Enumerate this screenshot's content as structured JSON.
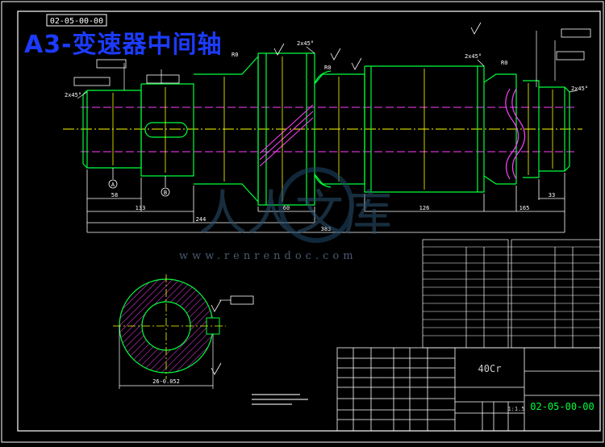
{
  "title": "A3-变速器中间轴",
  "drawing_number_top": "02-05-00-00",
  "material": "40Cr",
  "drawing_number": "02-05-00-00",
  "scale": "1:1.5",
  "chamfer_left": "2x45°",
  "chamfer_top1": "2x45°",
  "chamfer_top2": "2x45°",
  "chamfer_right": "2x45°",
  "radius_1": "R0",
  "radius_2": "R0",
  "radius_3": "R0",
  "dims": {
    "d1": "58",
    "d2": "133",
    "d3": "60",
    "d4": "126",
    "d5": "33",
    "d6": "165",
    "d7": "244",
    "d8": "383"
  },
  "section_dim": "26-0.052",
  "watermark_text": "人人文库",
  "watermark_site": "www.renrendoc.com",
  "datum_a": "A",
  "datum_b": "B"
}
